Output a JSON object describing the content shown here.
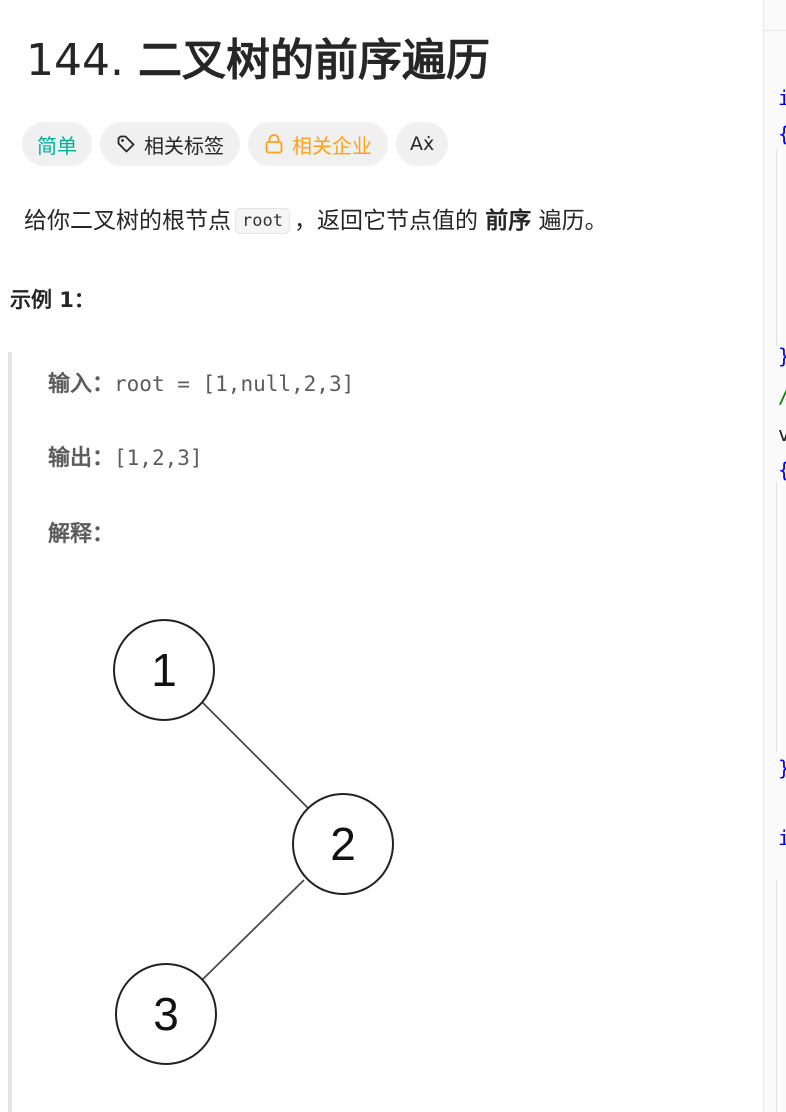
{
  "problem": {
    "number": "144.",
    "name": "二叉树的前序遍历"
  },
  "tags": {
    "difficulty": "简单",
    "related_tags": "相关标签",
    "related_companies": "相关企业",
    "translate": "Aẋ"
  },
  "description": {
    "before": "给你二叉树的根节点",
    "code": "root",
    "middle": "，返回它节点值的",
    "bold": "前序",
    "after": "遍历。"
  },
  "example": {
    "title": "示例 1：",
    "input_label": "输入：",
    "input_value": "root = [1,null,2,3]",
    "output_label": "输出：",
    "output_value": "[1,2,3]",
    "explanation_label": "解释："
  },
  "tree_nodes": [
    "1",
    "2",
    "3"
  ],
  "editor_fragments": {
    "line1": "i",
    "line2": "{",
    "line3": "}",
    "line4": "/",
    "line5": "v",
    "line6": "{",
    "line7": "}",
    "line8": "i"
  },
  "colors": {
    "difficulty_easy": "#00af9b",
    "company_tag": "#ffa116",
    "tag_background": "#f0f0f0",
    "code_keyword": "#0000ff",
    "code_comment": "#008000"
  }
}
